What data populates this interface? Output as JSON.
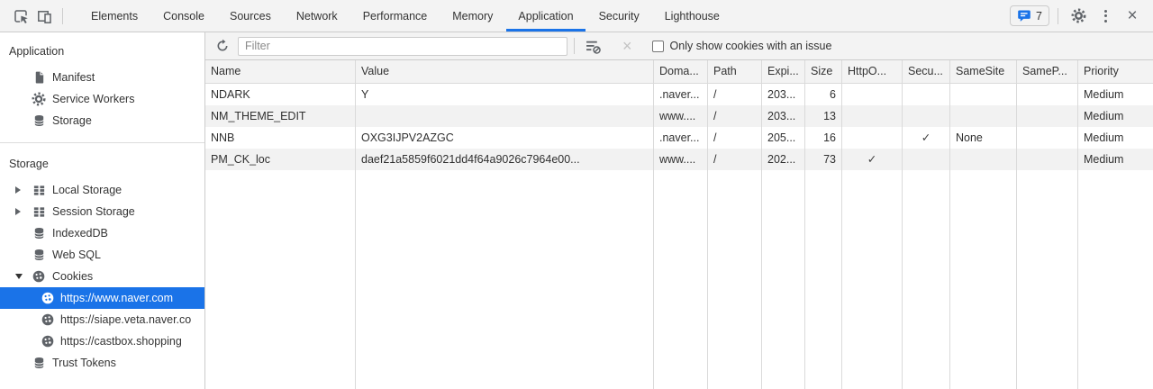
{
  "topbar": {
    "tabs": [
      "Elements",
      "Console",
      "Sources",
      "Network",
      "Performance",
      "Memory",
      "Application",
      "Security",
      "Lighthouse"
    ],
    "badge_count": "7"
  },
  "sidebar": {
    "application_section": {
      "title": "Application",
      "items": [
        {
          "label": "Manifest"
        },
        {
          "label": "Service Workers"
        },
        {
          "label": "Storage"
        }
      ]
    },
    "storage_section": {
      "title": "Storage",
      "local_storage": "Local Storage",
      "session_storage": "Session Storage",
      "indexeddb": "IndexedDB",
      "web_sql": "Web SQL",
      "cookies": "Cookies",
      "cookie_origins": [
        {
          "label": "https://www.naver.com",
          "selected": true
        },
        {
          "label": "https://siape.veta.naver.co",
          "selected": false
        },
        {
          "label": "https://castbox.shopping",
          "selected": false
        }
      ],
      "trust_tokens": "Trust Tokens"
    }
  },
  "toolbar": {
    "filter_placeholder": "Filter",
    "only_issue_label": "Only show cookies with an issue"
  },
  "cookie_table": {
    "columns": [
      "Name",
      "Value",
      "Doma...",
      "Path",
      "Expi...",
      "Size",
      "HttpO...",
      "Secu...",
      "SameSite",
      "SameP...",
      "Priority"
    ],
    "rows": [
      {
        "name": "NDARK",
        "value": "Y",
        "domain": ".naver...",
        "path": "/",
        "expires": "203...",
        "size": "6",
        "httponly": "",
        "secure": "",
        "samesite": "",
        "sameparty": "",
        "priority": "Medium"
      },
      {
        "name": "NM_THEME_EDIT",
        "value": "",
        "domain": "www....",
        "path": "/",
        "expires": "203...",
        "size": "13",
        "httponly": "",
        "secure": "",
        "samesite": "",
        "sameparty": "",
        "priority": "Medium"
      },
      {
        "name": "NNB",
        "value": "OXG3IJPV2AZGC",
        "domain": ".naver...",
        "path": "/",
        "expires": "205...",
        "size": "16",
        "httponly": "",
        "secure": "✓",
        "samesite": "None",
        "sameparty": "",
        "priority": "Medium"
      },
      {
        "name": "PM_CK_loc",
        "value": "daef21a5859f6021dd4f64a9026c7964e00...",
        "domain": "www....",
        "path": "/",
        "expires": "202...",
        "size": "73",
        "httponly": "✓",
        "secure": "",
        "samesite": "",
        "sameparty": "",
        "priority": "Medium"
      }
    ]
  },
  "colors": {
    "accent": "#1a73e8",
    "selection_bg": "#1a73e8",
    "toolbar_bg": "#f3f3f3"
  }
}
